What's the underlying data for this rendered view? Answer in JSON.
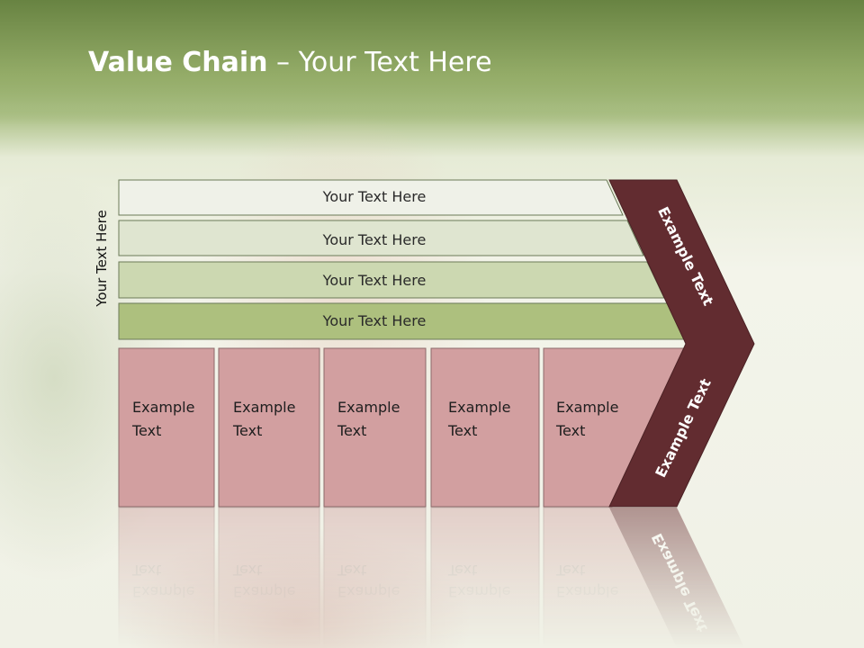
{
  "slide": {
    "title_bold": "Value Chain",
    "title_rest": " – Your Text Here",
    "side_label": "Your Text Here"
  },
  "bars": [
    {
      "label": "Your Text Here",
      "fill": "#eff1e8"
    },
    {
      "label": "Your Text Here",
      "fill": "#dfe5d0"
    },
    {
      "label": "Your Text Here",
      "fill": "#ccd8b1"
    },
    {
      "label": "Your Text Here",
      "fill": "#adc07e"
    }
  ],
  "boxes": [
    {
      "line1": "Example",
      "line2": "Text"
    },
    {
      "line1": "Example",
      "line2": "Text"
    },
    {
      "line1": "Example",
      "line2": "Text"
    },
    {
      "line1": "Example",
      "line2": "Text"
    },
    {
      "line1": "Example",
      "line2": "Text"
    }
  ],
  "chevron": {
    "upper_label": "Example Text",
    "lower_label": "Example Text",
    "color": "#622c30"
  },
  "colors": {
    "box_fill": "#d29fa0",
    "box_border": "#8c6a6a",
    "bar_border": "#6b7a58",
    "header": "#7c9650"
  }
}
